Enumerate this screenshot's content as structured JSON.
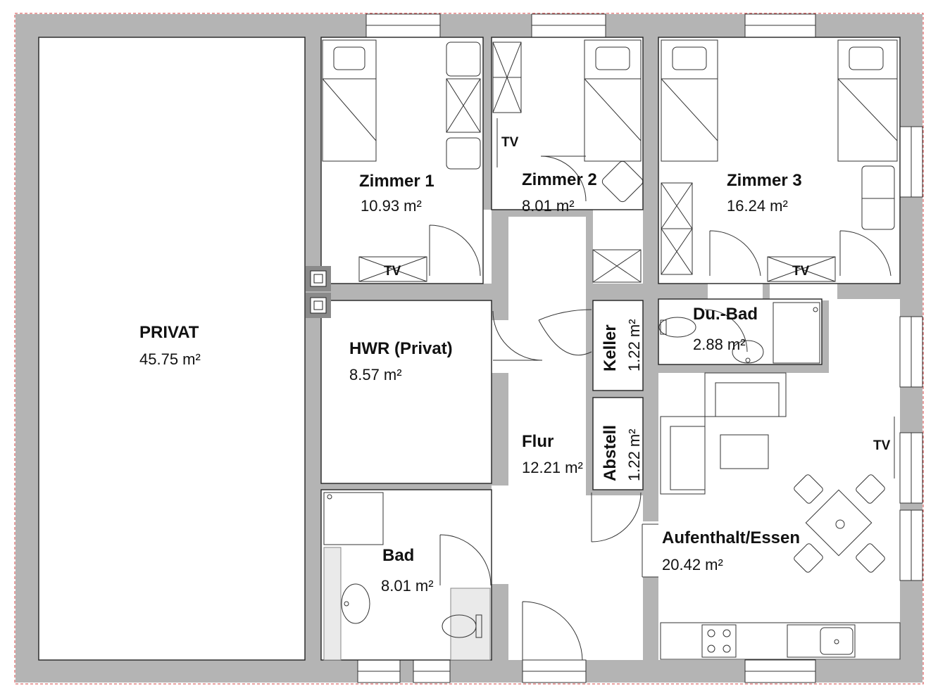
{
  "rooms": {
    "privat": {
      "name": "PRIVAT",
      "area": "45.75 m²"
    },
    "zimmer1": {
      "name": "Zimmer 1",
      "area": "10.93 m²"
    },
    "zimmer2": {
      "name": "Zimmer 2",
      "area": "8.01 m²"
    },
    "zimmer3": {
      "name": "Zimmer 3",
      "area": "16.24 m²"
    },
    "hwr": {
      "name": "HWR (Privat)",
      "area": "8.57 m²"
    },
    "dubad": {
      "name": "Du.-Bad",
      "area": "2.88 m²"
    },
    "keller": {
      "name": "Keller",
      "area": "1.22 m²"
    },
    "abstell": {
      "name": "Abstell",
      "area": "1.22 m²"
    },
    "flur": {
      "name": "Flur",
      "area": "12.21 m²"
    },
    "bad": {
      "name": "Bad",
      "area": "8.01 m²"
    },
    "aufenthalt": {
      "name": "Aufenthalt/Essen",
      "area": "20.42 m²"
    }
  },
  "tv_label": "TV",
  "colors": {
    "wall": "#b4b4b4",
    "border_dash": "#d04040",
    "line": "#222222"
  }
}
